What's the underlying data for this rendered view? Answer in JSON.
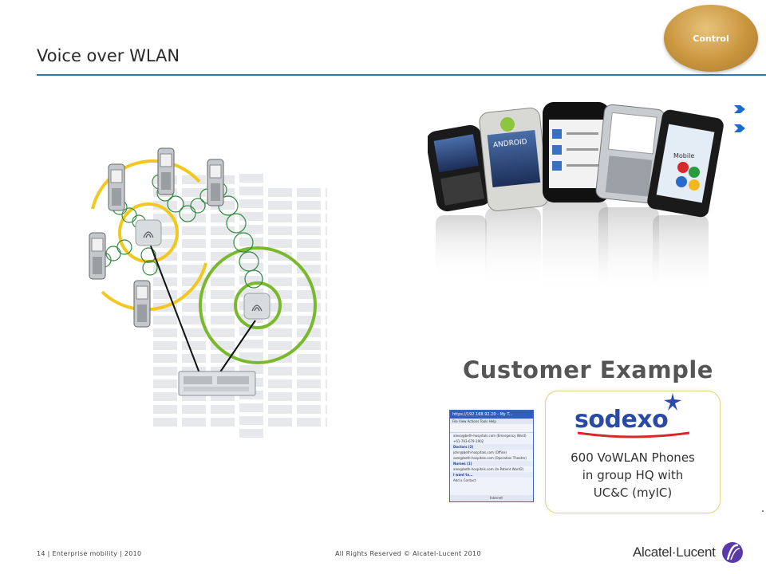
{
  "slide": {
    "title": "Voice over WLAN",
    "badge": "Control"
  },
  "customer": {
    "heading": "Customer Example",
    "logo_text": "sodexo",
    "description_lines": [
      "600 VoWLAN Phones",
      "in group HQ with",
      "UC&C (myIC)"
    ]
  },
  "app_window": {
    "title": "https://192.168.92.20 - My T...",
    "menu": "File   View   Actions   Tools   Help",
    "rows": [
      {
        "text": "alexa@beth-hospitals.com (Emergency Ward)",
        "group": false
      },
      {
        "text": "+61-793-679-1902",
        "group": false
      },
      {
        "text": "Doctors (2)",
        "group": true
      },
      {
        "text": "john@beth-hospitals.com (Office)",
        "group": false
      },
      {
        "text": "sam@beth-hospitals.com (Operation Theatre)",
        "group": false
      },
      {
        "text": "Nurses (1)",
        "group": true
      },
      {
        "text": "alex@beth-hospitals.com (In-Patient Ward2)",
        "group": false
      },
      {
        "text": "I want to...",
        "group": true
      },
      {
        "text": "Add a Contact",
        "group": false
      }
    ],
    "status": "Internet"
  },
  "footer": {
    "left": "14 | Enterprise mobility | 2010",
    "center": "All Rights Reserved © Alcatel-Lucent 2010",
    "logo": "Alcatel·Lucent"
  },
  "phones": {
    "android_label": "ANDROID",
    "mobile_label": "Mobile"
  },
  "colors": {
    "accent_blue": "#2a7ab8",
    "badge_gold": "#c9963f",
    "yellow_ring": "#f2c81e",
    "green_ring": "#7ab82e",
    "sodexo_blue": "#2a4aa8",
    "sodexo_red": "#d8282a"
  },
  "icons": [
    "chevron-right-icon",
    "wifi-access-point-icon",
    "mobile-phone-icon",
    "server-switch-icon",
    "star-icon",
    "alcatel-lucent-logo-icon"
  ]
}
